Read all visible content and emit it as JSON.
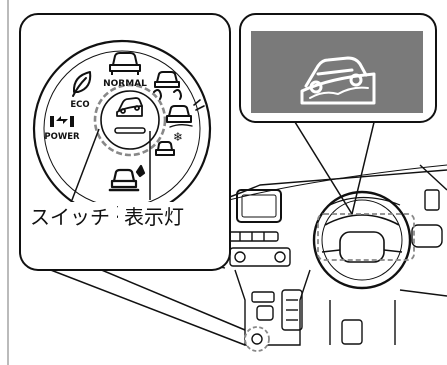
{
  "selector": {
    "modes": {
      "normal": "NORMAL",
      "eco": "ECO",
      "power": "POWER"
    }
  },
  "callouts": {
    "switch": "スイッチ",
    "indicator": "表示灯"
  },
  "icons": {
    "display_panel": "hill-descent-icon",
    "center_switch": "hill-descent-icon",
    "normal": "car-front-icon",
    "eco": "leaf-icon",
    "power": "power-mode-icon",
    "snow": "snowflake-icon",
    "mud": "car-mud-icon",
    "rock": "car-rock-icon",
    "sand": "car-sand-icon"
  },
  "colors": {
    "display_panel": "#7a7a7a",
    "line": "#111111"
  }
}
